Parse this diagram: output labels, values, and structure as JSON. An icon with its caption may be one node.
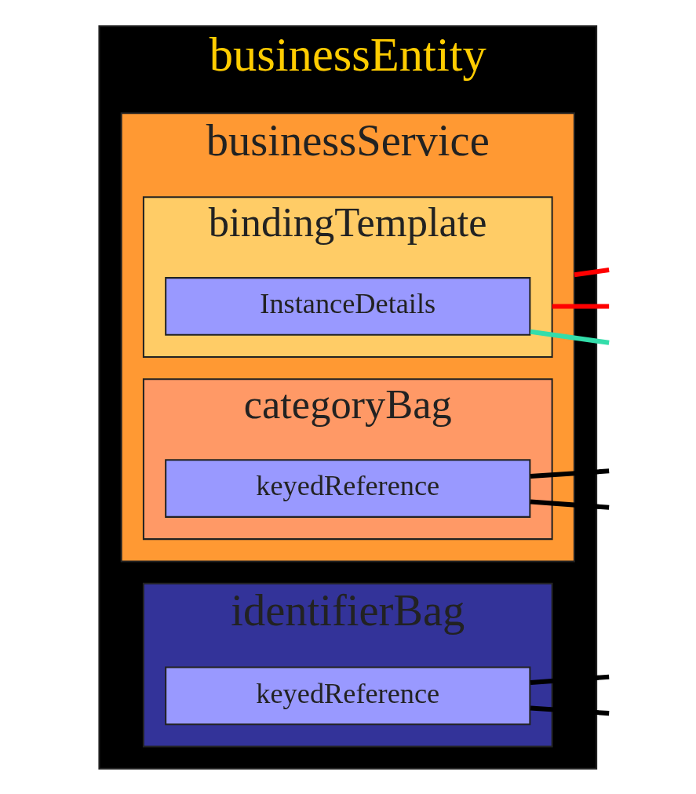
{
  "diagram": {
    "nodes": [
      {
        "text": [
          "businessEntity"
        ]
      },
      {
        "text": [
          "businessService"
        ],
        "in": 0
      },
      {
        "text": [
          "bindingTemplate"
        ],
        "in": 1
      },
      {
        "text": [
          "InstanceDetails"
        ],
        "in": 2
      },
      {
        "text": [
          "categoryBag"
        ],
        "in": 1
      },
      {
        "text": [
          "keyedReference"
        ],
        "in": 4
      },
      {
        "text": [
          "identifierBag"
        ],
        "in": 0
      },
      {
        "text": [
          "keyedReference"
        ],
        "in": 6
      }
    ],
    "edges": [
      {
        "from": 1,
        "to": null,
        "arrow": "none",
        "color": "#ff0000"
      },
      {
        "from": 2,
        "to": null,
        "arrow": "none",
        "color": "#ff0000"
      },
      {
        "from": 3,
        "to": null,
        "arrow": "none",
        "color": "#33ddaa"
      },
      {
        "from": 5,
        "to": null,
        "arrow": "none"
      },
      {
        "from": 5,
        "to": null,
        "arrow": "none"
      },
      {
        "from": 7,
        "to": null,
        "arrow": "none"
      },
      {
        "from": 7,
        "to": null,
        "arrow": "none"
      }
    ]
  }
}
